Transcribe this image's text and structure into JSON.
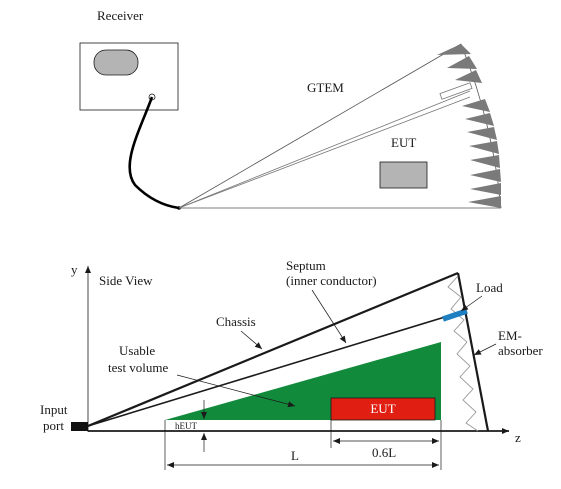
{
  "top_diagram": {
    "receiver_label": "Receiver",
    "gtem_label": "GTEM",
    "eut_label": "EUT"
  },
  "side_view": {
    "y_axis_label": "y",
    "z_axis_label": "z",
    "side_view_label": "Side View",
    "septum_label_line1": "Septum",
    "septum_label_line2": "(inner conductor)",
    "load_label": "Load",
    "chassis_label": "Chassis",
    "absorber_label_line1": "EM-",
    "absorber_label_line2": "absorber",
    "usable_label_line1": "Usable",
    "usable_label_line2": "test volume",
    "input_label_line1": "Input",
    "input_label_line2": "port",
    "eut_label": "EUT",
    "height_label": "hEUT",
    "length_label": "L",
    "fraction_label": "0.6L"
  },
  "colors": {
    "usable_volume": "#128a3c",
    "eut_box": "#e01e12",
    "eut_top_box": "#b4b4b4",
    "load": "#1f7fc0",
    "absorber_cone": "#7a7a7a",
    "line": "#1a1a1a"
  }
}
